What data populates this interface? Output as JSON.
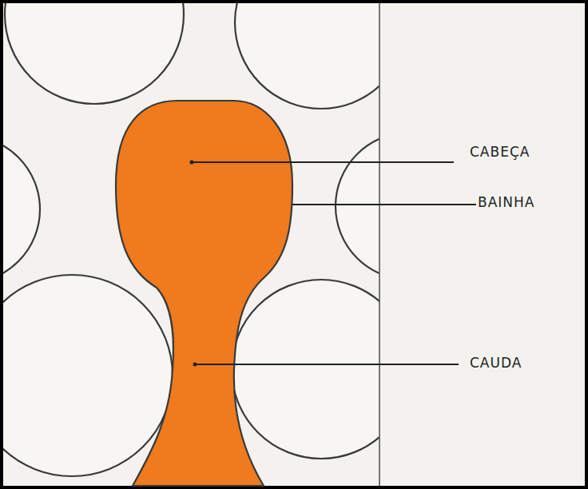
{
  "diagram": {
    "labels": [
      "CABEÇA",
      "BAINHA",
      "CAUDA"
    ]
  }
}
